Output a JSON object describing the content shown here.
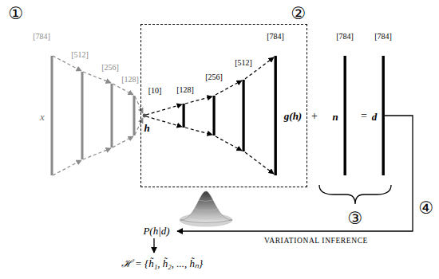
{
  "diagram": {
    "nodes": [
      {
        "text": [
          "②"
        ]
      }
    ],
    "labels": [
      "①",
      "[784]",
      "[512]",
      "[256]",
      "[128]",
      "[10]",
      "[128]",
      "[256]",
      "[512]",
      "[784]",
      "[784]",
      "[784]",
      "x",
      "h",
      "g(h)",
      "+",
      "n",
      "=",
      "d",
      "③",
      "④",
      "P(h|d)",
      "VARIATIONAL INFERENCE",
      "ℋ = {h̃₁, h̃₂, ..., h̃ₙ}"
    ]
  }
}
